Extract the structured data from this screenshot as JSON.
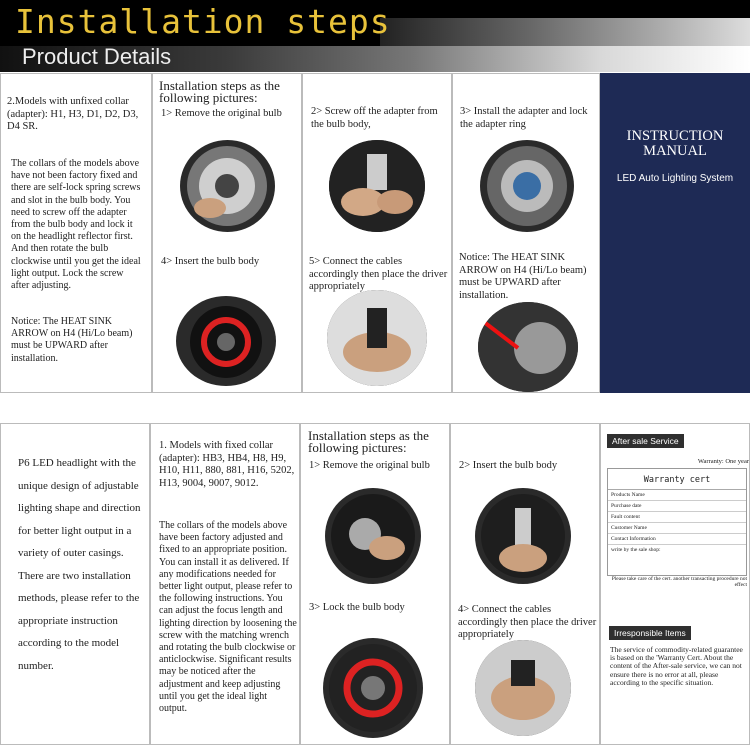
{
  "header": {
    "title": "Installation steps",
    "subtitle": "Product Details"
  },
  "top": {
    "left_intro": "2.Models with unfixed collar (adapter): H1, H3,  D1, D2, D3, D4 SR.",
    "left_body": "The collars of the models above have not been factory fixed and there are self-lock spring screws and slot in the bulb body. You need to screw off the adapter from the bulb body and lock it on the headlight reflector first. And then rotate the bulb clockwise until you get the ideal light output. Lock the screw after adjusting.",
    "left_notice": "Notice: The HEAT SINK ARROW on H4 (Hi/Lo beam) must be UPWARD after installation.",
    "heading": "Installation steps as the following pictures:",
    "step1": "1> Remove the original bulb",
    "step2": "2> Screw off the adapter from the bulb body,",
    "step3": "3> Install the adapter and lock the adapter ring",
    "step4": "4> Insert the bulb body",
    "step5": "5> Connect the cables accordingly then place the driver appropriately",
    "notice": "Notice: The HEAT SINK ARROW on H4 (Hi/Lo beam) must be UPWARD after installation.",
    "manual_title": "INSTRUCTION MANUAL",
    "manual_sub": "LED Auto Lighting System"
  },
  "bottom": {
    "left_text": "P6 LED headlight with the unique design of adjustable lighting shape and direction for better light output in a variety of outer casings. There are two installation methods, please refer to the appropriate instruction according to the model number.",
    "mid_intro": "1.   Models with fixed collar (adapter): HB3, HB4, H8, H9, H10, H11, 880, 881, H16, 5202, H13, 9004, 9007, 9012.",
    "mid_body": "The collars of the models above have been factory adjusted and fixed to an appropriate position. You can install it as delivered. If any modifications needed for better light output, please refer to the following instructions. You can adjust the focus length and lighting direction by loosening the screw with the matching wrench and rotating the bulb clockwise or anticlockwise. Significant results may be noticed after the adjustment and keep adjusting until you get the ideal light output.",
    "heading": "Installation steps as the following pictures:",
    "step1": "1> Remove the original bulb",
    "step2": "2> Insert the bulb body",
    "step3": "3> Lock the bulb body",
    "step4": "4> Connect the cables accordingly then place the driver appropriately",
    "service_label": "After sale  Service",
    "warranty_year": "Warranty:   One year",
    "warranty_title": "Warranty cert",
    "fields": [
      "Products Name",
      "Purchase date",
      "Fault content",
      "Customer Name",
      "Contact Information"
    ],
    "write_note": "write  by  the  sale  shop:",
    "cut_note": "Please  take  care  of  the  cert. another  transacting  procedure  not  effect",
    "irresponsible_label": "Irresponsible  Items",
    "irresponsible_text": "The service of commodity-related guarantee is based on the 'Warranty Cert. About the content of the After-sale service, we can not ensure there is no error at all, please according to the specific situation."
  }
}
